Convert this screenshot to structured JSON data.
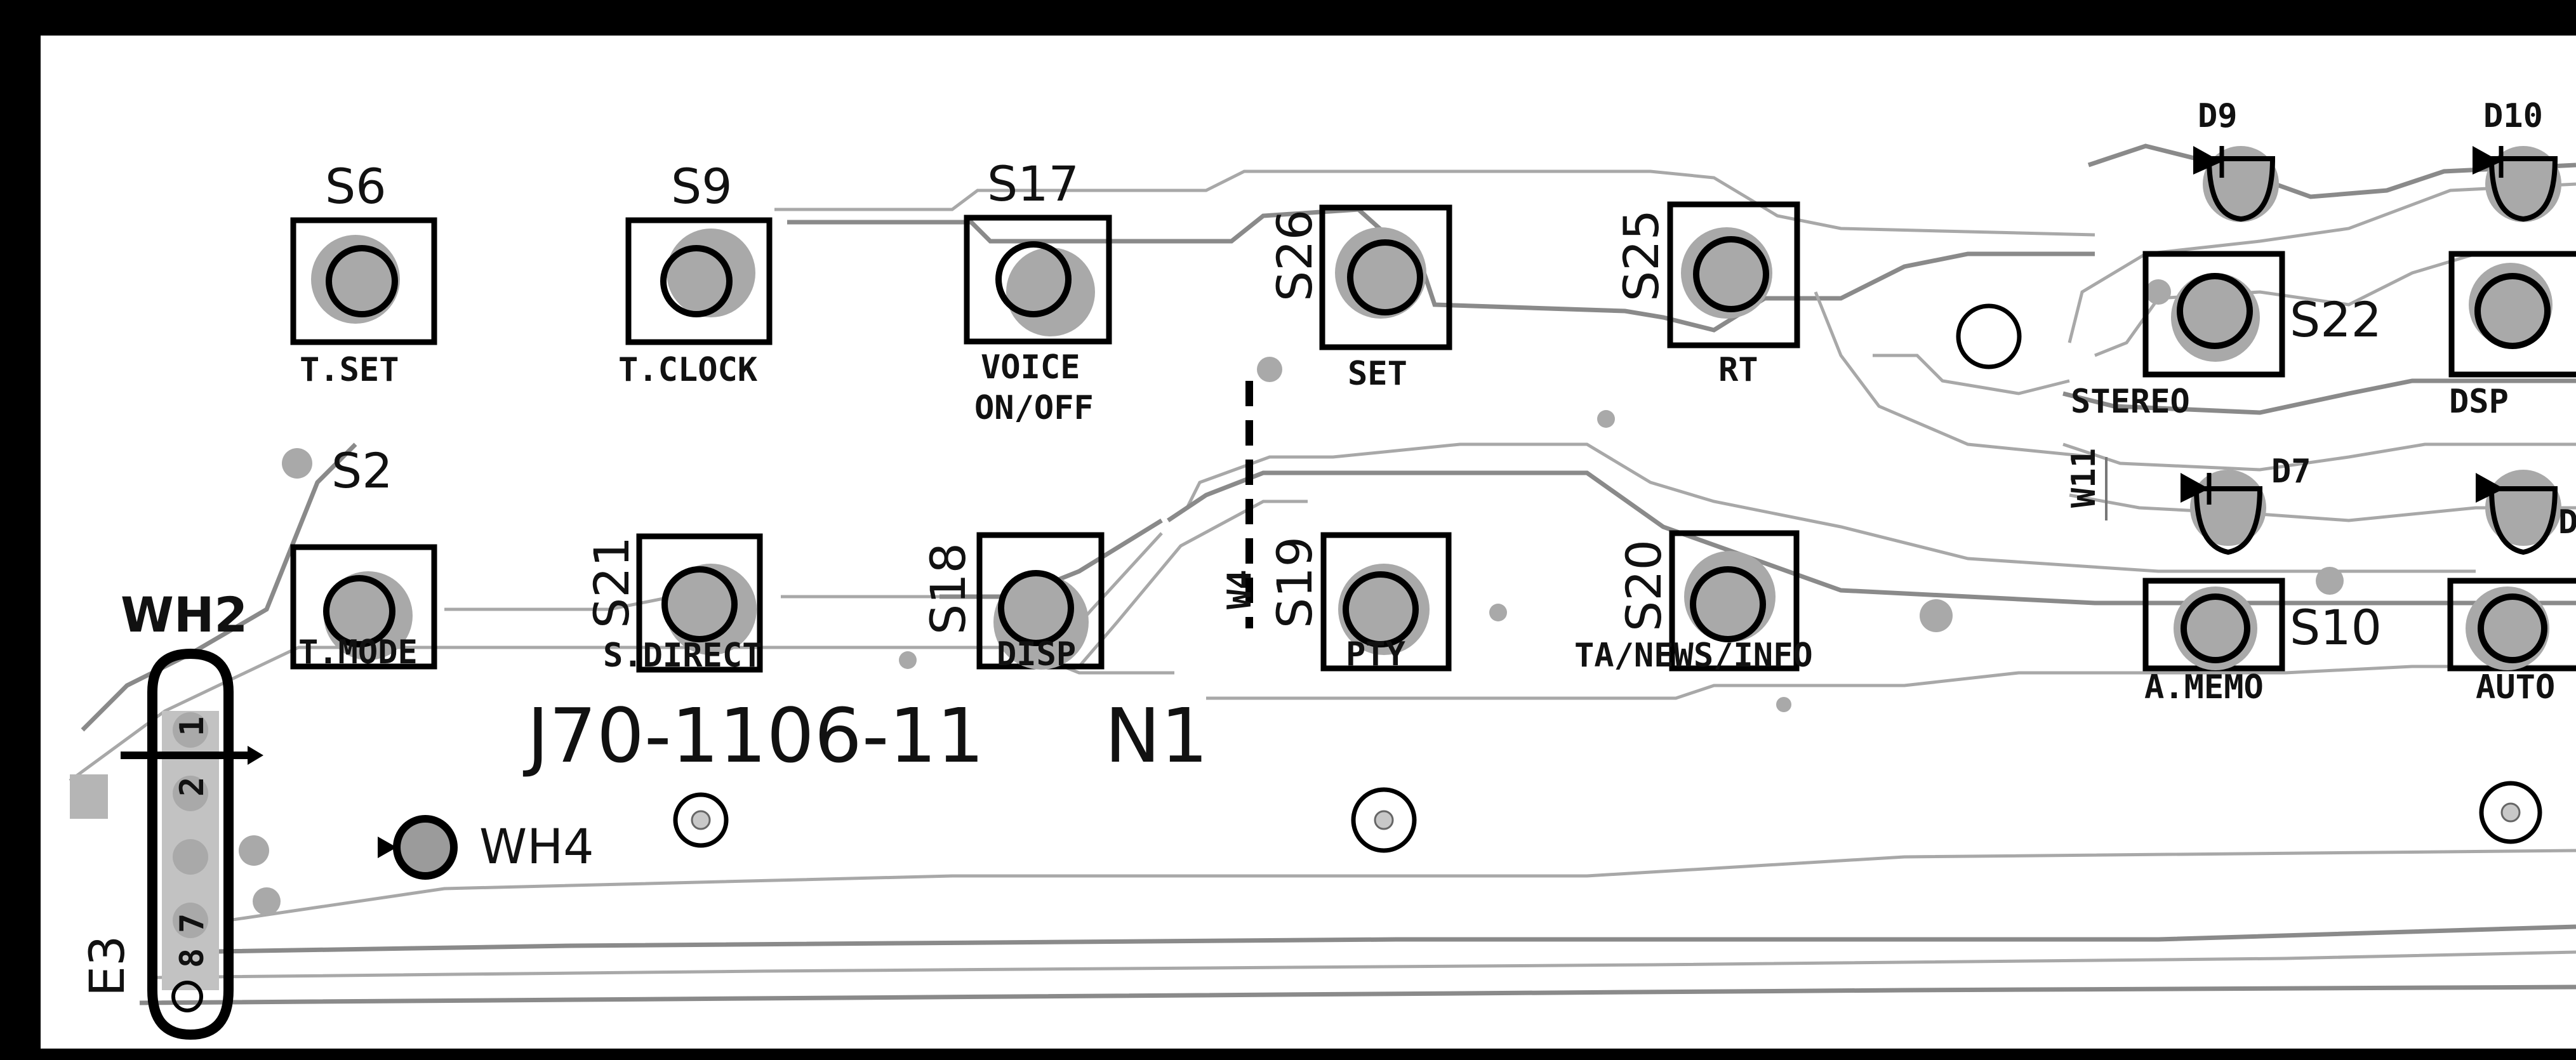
{
  "board": {
    "part_number": "J70-1106-11",
    "revision": "N1"
  },
  "switches": [
    {
      "ref": "S6",
      "label": "T.SET"
    },
    {
      "ref": "S9",
      "label": "T.CLOCK"
    },
    {
      "ref": "S17",
      "label": "VOICE",
      "label2": "ON/OFF"
    },
    {
      "ref": "S26",
      "label": "SET"
    },
    {
      "ref": "S25",
      "label": "RT"
    },
    {
      "ref": "S22",
      "label": "STEREO"
    },
    {
      "ref": "S2",
      "label": "T.MODE"
    },
    {
      "ref": "S21",
      "label": "S.DIRECT"
    },
    {
      "ref": "S18",
      "label": "DISP"
    },
    {
      "ref": "S19",
      "label": "PTY"
    },
    {
      "ref": "S20",
      "label": "TA/NEWS/INFO"
    },
    {
      "ref": "S10",
      "label": "A.MEMO"
    }
  ],
  "partial_labels": {
    "dsp": "DSP",
    "auto": "AUTO",
    "cut_d": "D"
  },
  "leds": [
    {
      "ref": "D9"
    },
    {
      "ref": "D10"
    },
    {
      "ref": "D7"
    }
  ],
  "wires": {
    "wh2": "WH2",
    "wh4": "WH4",
    "w4": "W4",
    "w11": "W11"
  },
  "connector": {
    "ref": "E3",
    "pins": [
      "1",
      "2",
      "7",
      "8"
    ]
  }
}
